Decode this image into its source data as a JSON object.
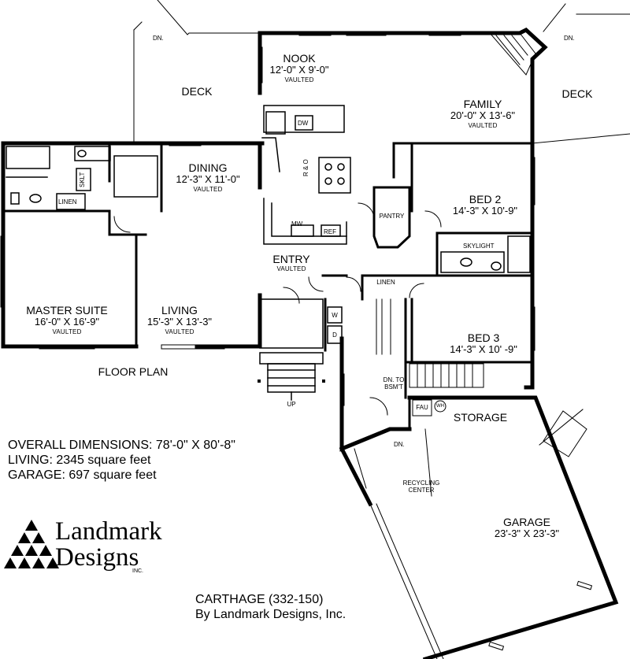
{
  "plan": {
    "heading": "FLOOR PLAN",
    "rooms": {
      "nook": {
        "name": "NOOK",
        "dims": "12'-0\" X 9'-0\"",
        "note": "VAULTED"
      },
      "family": {
        "name": "FAMILY",
        "dims": "20'-0\" X 13'-6\"",
        "note": "VAULTED"
      },
      "dining": {
        "name": "DINING",
        "dims": "12'-3\" X 11'-0\"",
        "note": "VAULTED"
      },
      "entry": {
        "name": "ENTRY",
        "note": "VAULTED"
      },
      "master": {
        "name": "MASTER SUITE",
        "dims": "16'-0\" X 16'-9\"",
        "note": "VAULTED"
      },
      "living": {
        "name": "LIVING",
        "dims": "15'-3\" X 13'-3\"",
        "note": "VAULTED"
      },
      "bed2": {
        "name": "BED 2",
        "dims": "14'-3\" X 10'-9\""
      },
      "bed3": {
        "name": "BED 3",
        "dims": "14'-3\" X 10' -9\""
      },
      "storage": {
        "name": "STORAGE"
      },
      "garage": {
        "name": "GARAGE",
        "dims": "23'-3\" X 23'-3\""
      },
      "deck_left": {
        "name": "DECK"
      },
      "deck_right": {
        "name": "DECK"
      }
    },
    "small_labels": {
      "dn_deck_left": "DN.",
      "dn_deck_right": "DN.",
      "dw": "DW",
      "ro": "R & O",
      "mw": "MW",
      "ref": "REF",
      "pantry": "PANTRY",
      "skylight": "SKYLIGHT",
      "linen_master": "LINEN",
      "linen_hall": "LINEN",
      "sklt": "SKLT",
      "washer": "W",
      "dryer": "D",
      "up": "UP",
      "dn_bsmt": "DN. TO BSM'T",
      "fau": "FAU",
      "wh": "WH",
      "dn_garage": "DN.",
      "recycling": "RECYCLING CENTER"
    }
  },
  "info": {
    "overall": "OVERALL DIMENSIONS: 78'-0\" X 80'-8\"",
    "living": "LIVING: 2345 square feet",
    "garage": "GARAGE: 697 square feet"
  },
  "logo": {
    "line1": "Landmark",
    "line2": "Designs",
    "inc": "INC."
  },
  "credit": {
    "title": "CARTHAGE (332-150)",
    "by": "By Landmark Designs, Inc."
  }
}
